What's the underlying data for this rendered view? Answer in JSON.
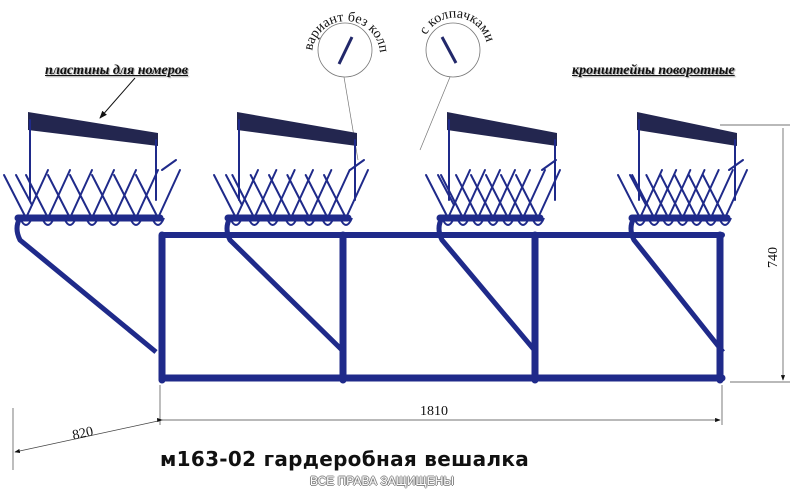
{
  "labels": {
    "plates": "пластины для номеров",
    "swivel": "кронштейны поворотные",
    "no_caps": "вариант без колпачков",
    "with_caps": "с колпачками"
  },
  "dimensions": {
    "depth": "820",
    "width": "1810",
    "height": "740"
  },
  "title": "м163-02 гардеробная вешалка",
  "copyright": "ВСЕ ПРАВА ЗАЩИЩЕНЫ",
  "colors": {
    "frame": "#1f2a8a",
    "plate": "#23264f",
    "line": "#333333"
  }
}
